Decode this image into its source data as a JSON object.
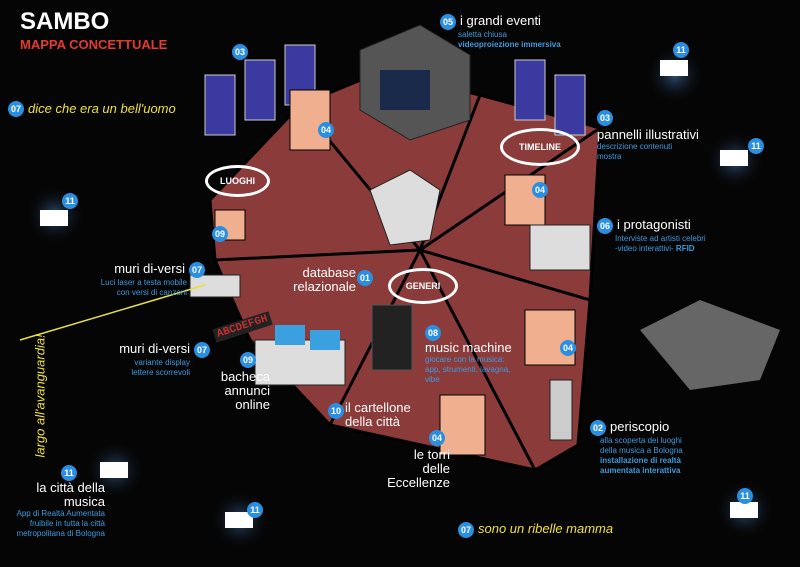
{
  "header": {
    "title": "SAMBO",
    "subtitle": "MAPPA CONCETTUALE"
  },
  "colors": {
    "accent": "#e53a2f",
    "badge": "#2a8fe0",
    "map": "#8c3b3b",
    "quote": "#f2e23a"
  },
  "nodes": {
    "grandi_eventi": {
      "num": "05",
      "title": "i grandi eventi",
      "lines": [
        "saletta chiusa",
        "videoproiezione immersiva"
      ]
    },
    "pannelli": {
      "num": "03",
      "title": "pannelli illustrativi",
      "lines": [
        "descrizione contenuti",
        "mostra"
      ]
    },
    "protagonisti": {
      "num": "06",
      "title": "i protagonisti",
      "lines": [
        "Interviste ad artisti celebri",
        "-video interattivi-",
        "RFID"
      ]
    },
    "muri1": {
      "num": "07",
      "title": "muri di-versi",
      "lines": [
        "Luci laser a testa mobile",
        "con versi di canzoni"
      ]
    },
    "muri2": {
      "num": "07",
      "title": "muri di-versi",
      "lines": [
        "variante display",
        "lettere scorrevoli"
      ]
    },
    "bacheca": {
      "num": "09",
      "title": "bacheca annunci online"
    },
    "cartellone": {
      "num": "10",
      "title": "il cartellone della città"
    },
    "database": {
      "num": "01",
      "title": "database relazionale"
    },
    "music_machine": {
      "num": "08",
      "title": "music machine",
      "lines": [
        "giocare con la musica:",
        "app, strumenti, lavagna,",
        "vibe"
      ]
    },
    "torri": {
      "num": "04",
      "title": "le torri delle Eccellenze"
    },
    "periscopio": {
      "num": "02",
      "title": "periscopio",
      "lines": [
        "alla scoperta dei luoghi",
        "della musica a Bologna",
        "installazione di realtà",
        "aumentata interattiva"
      ]
    },
    "citta": {
      "num": "11",
      "title": "la città della musica",
      "lines": [
        "App di Realtà Aumentata",
        "fruibile in tutta la città",
        "metropolitana di Bologna"
      ]
    }
  },
  "ellipses": {
    "luoghi": "LUOGHI",
    "timeline": "TIMELINE",
    "generi": "GENERI"
  },
  "quotes": {
    "q1_num": "07",
    "q1": "dice che era un bell'uomo",
    "q2_num": "07",
    "q2": "sono un ribelle mamma",
    "q3": "largo all'avanguardia!"
  },
  "badges": {
    "b03": "03",
    "b04": "04",
    "b09": "09",
    "b11": "11"
  },
  "display_text": "ABCDEFGH"
}
